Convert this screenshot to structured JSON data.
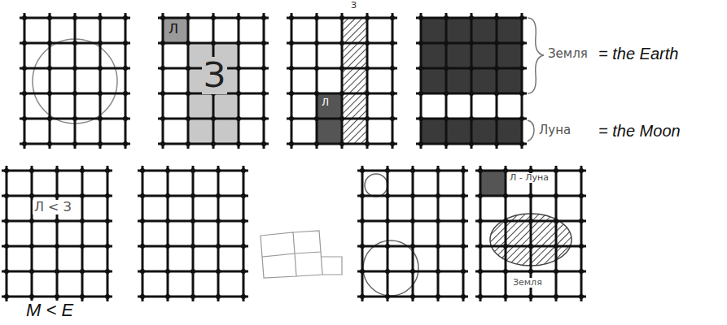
{
  "diagram": {
    "labels": [
      "Л",
      "З",
      "З",
      "Л",
      "Земля",
      "= the Earth",
      "Луна",
      "= the Moon",
      "Л < З",
      "M < E",
      "Л - Луна",
      "Земля"
    ]
  }
}
